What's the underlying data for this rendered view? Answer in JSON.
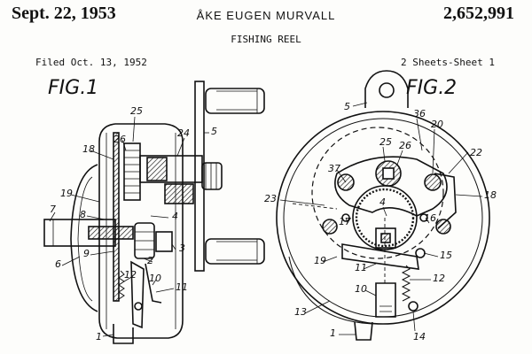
{
  "header": {
    "date": "Sept. 22, 1953",
    "inventor": "ÅKE EUGEN MURVALL",
    "patent_number": "2,652,991",
    "title": "FISHING REEL",
    "filed": "Filed Oct. 13, 1952",
    "sheets": "2 Sheets-Sheet 1"
  },
  "figures": {
    "fig1_label": "FIG.1",
    "fig2_label": "FIG.2",
    "fig1_refs": [
      "25",
      "26",
      "24",
      "5",
      "18",
      "19",
      "7",
      "8",
      "4",
      "3",
      "9",
      "6",
      "2",
      "12",
      "10",
      "11",
      "1"
    ],
    "fig2_refs": [
      "5",
      "36",
      "25",
      "26",
      "20",
      "22",
      "37",
      "23",
      "18",
      "17",
      "4",
      "16",
      "19",
      "15",
      "11",
      "12",
      "10",
      "13",
      "1",
      "14"
    ]
  }
}
